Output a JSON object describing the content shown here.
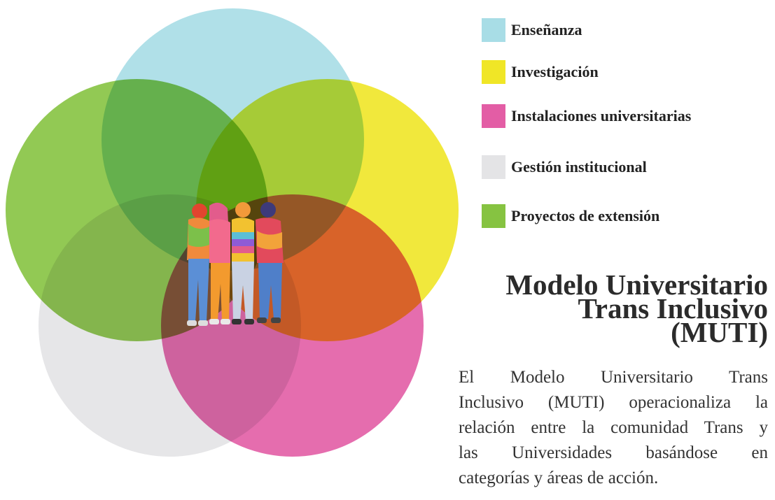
{
  "legend": [
    {
      "key": "ensenanza",
      "label": "Enseñanza",
      "color": "#a8dde6"
    },
    {
      "key": "investigacion",
      "label": "Investigación",
      "color": "#f0e626"
    },
    {
      "key": "instalaciones",
      "label": "Instalaciones universitarias",
      "color": "#e35da5"
    },
    {
      "key": "gestion",
      "label": "Gestión institucional",
      "color": "#e4e4e6"
    },
    {
      "key": "proyectos",
      "label": "Proyectos de extensión",
      "color": "#86c341"
    }
  ],
  "title": {
    "line1": "Modelo Universitario",
    "line2": "Trans Inclusivo",
    "line3": "(MUTI)"
  },
  "description": {
    "line1": "El Modelo Universitario Trans",
    "line2": "Inclusivo (MUTI) operacionaliza la",
    "line3": "relación entre la comunidad Trans y",
    "line4": "las Universidades basándose en",
    "line5": "categorías y áreas de acción."
  },
  "illustration": "group-of-four-people-illustration"
}
